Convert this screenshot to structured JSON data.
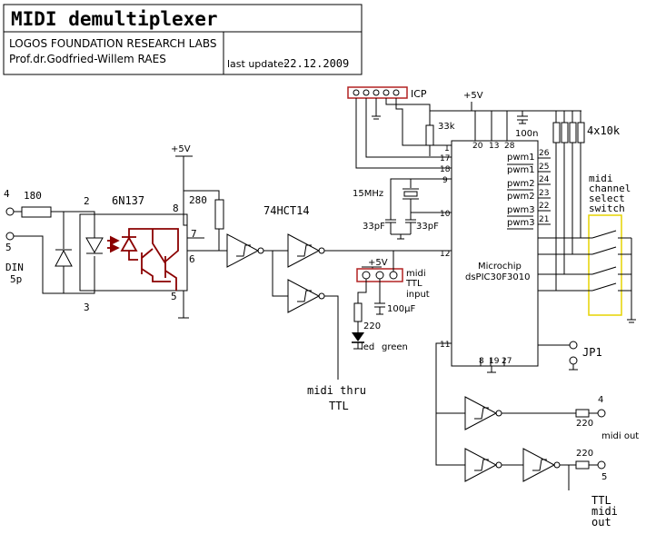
{
  "title": "MIDI demultiplexer",
  "org": "LOGOS FOUNDATION RESEARCH LABS",
  "author": "Prof.dr.Godfried-Willem RAES",
  "last_update_label": "last update:",
  "last_update": "22.12.2009",
  "labels": {
    "icp": "ICP",
    "v5_top": "+5V",
    "v5_left": "+5V",
    "v5_ttl": "+5V",
    "r33k": "33k",
    "c100n": "100n",
    "resnet": "4x10k",
    "pin1": "1",
    "pin20": "20",
    "pin13": "13",
    "pin28": "28",
    "pin17": "17",
    "pin18": "18",
    "pin9": "9",
    "pin10": "10",
    "pin12": "12",
    "pin11": "11",
    "pin8": "8",
    "pin19": "19",
    "pin27": "27",
    "pin26": "26",
    "pin25": "25",
    "pin24": "24",
    "pin23": "23",
    "pin22": "22",
    "pin21": "21",
    "pwm1a": "pwm1",
    "pwm1b": "pwm1",
    "pwm2a": "pwm2",
    "pwm2b": "pwm2",
    "pwm3a": "pwm3",
    "pwm3b": "pwm3",
    "xtal": "15MHz",
    "c33a": "33pF",
    "c33b": "33pF",
    "mcu_line1": "Microchip",
    "mcu_line2": "dsPIC30F3010",
    "sw_l1": "midi",
    "sw_l2": "channel",
    "sw_l3": "select",
    "sw_l4": "switch",
    "din4": "4",
    "din5": "5",
    "din": "DIN",
    "din5p": "5p",
    "r180": "180",
    "oc": "6N137",
    "oc2": "2",
    "oc3": "3",
    "oc8": "8",
    "oc7": "7",
    "oc6": "6",
    "oc5": "5",
    "r280": "280",
    "ic74": "74HCT14",
    "ttl_l1": "midi",
    "ttl_l2": "TTL",
    "ttl_l3": "input",
    "c100u": "100µF",
    "r220a": "220",
    "led_l1": "led",
    "led_l2": "green",
    "thru_l1": "midi thru",
    "thru_l2": "TTL",
    "jp1": "JP1",
    "out4": "4",
    "r220b": "220",
    "midiout": "midi out",
    "r220c": "220",
    "out5": "5",
    "tmo_l1": "TTL",
    "tmo_l2": "midi",
    "tmo_l3": "out"
  }
}
